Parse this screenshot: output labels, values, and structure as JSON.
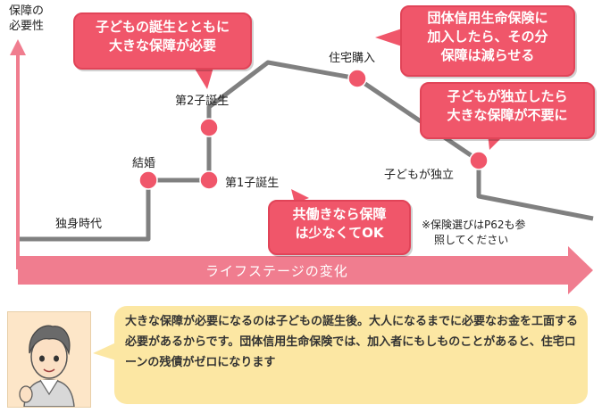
{
  "y_axis_label_line1": "保障の",
  "y_axis_label_line2": "必要性",
  "x_axis_label": "ライフステージの変化",
  "stages": {
    "single": "独身時代",
    "marriage": "結婚",
    "first_child": "第1子誕生",
    "second_child": "第2子誕生",
    "house": "住宅購入",
    "child_independent": "子どもが独立"
  },
  "callouts": {
    "birth_line1": "子どもの誕生とともに",
    "birth_line2": "大きな保障が必要",
    "house_line1": "団体信用生命保険に",
    "house_line2": "加入したら、その分",
    "house_line3": "保障は減らせる",
    "indep_line1": "子どもが独立したら",
    "indep_line2": "大きな保障が不要に",
    "dual_line1": "共働きなら保障",
    "dual_line2": "は少なくてOK"
  },
  "note_line1": "※保険選びはP62も参",
  "note_line2": "照してください",
  "footer": "大きな保障が必要になるのは子どもの誕生後。大人になるまでに必要なお金を工面する必要があるからです。団体信用生命保険では、加入者にもしものことがあると、住宅ローンの残債がゼロになります",
  "colors": {
    "line": "#808080",
    "dot": "#f0566a",
    "callout": "#f0566a",
    "axis_arrow": "#f07d8f",
    "footer_bg": "#fce7a3"
  }
}
